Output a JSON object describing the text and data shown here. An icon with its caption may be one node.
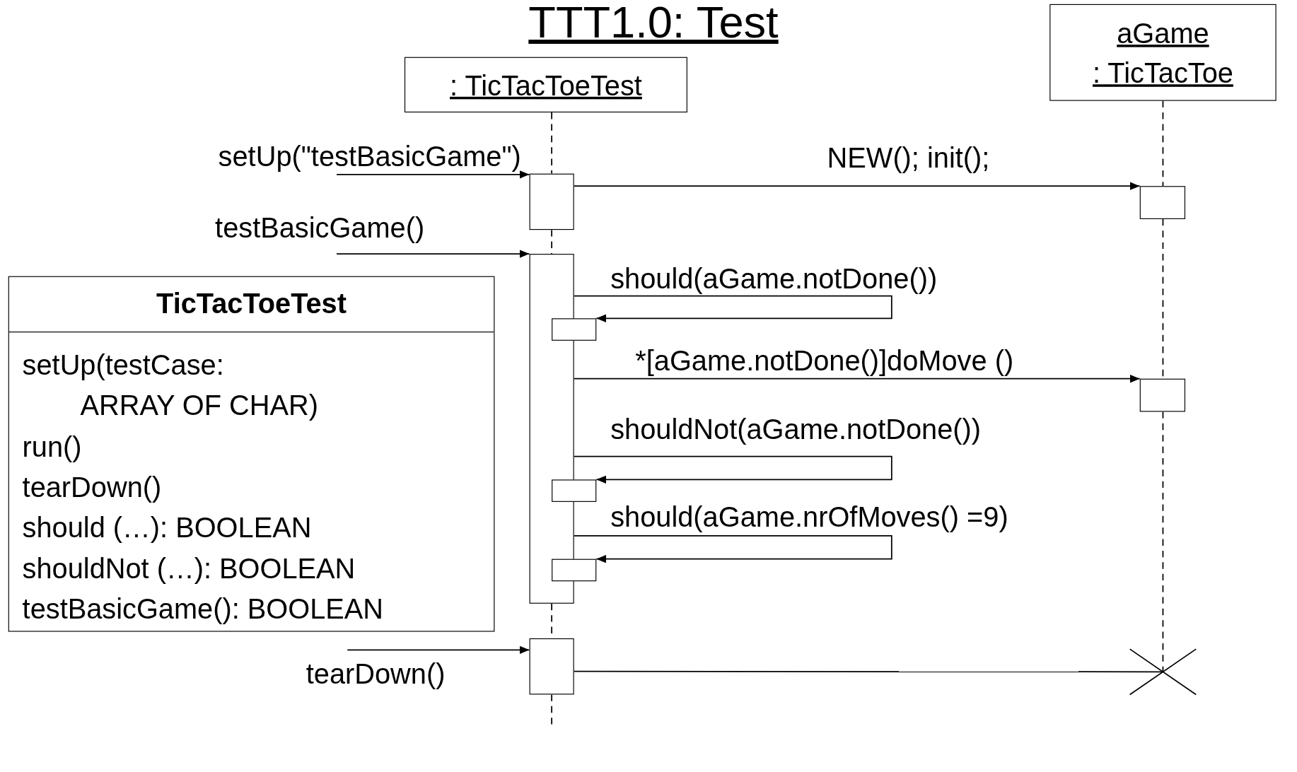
{
  "diagram": {
    "title": "TTT1.0: Test",
    "nodes": [
      {
        "text": [
          ": TicTacToeTest"
        ]
      },
      {
        "text": [
          "aGame : TicTacToe"
        ]
      },
      {
        "text": [],
        "shape": "box"
      },
      {
        "text": [],
        "shape": "box"
      },
      {
        "text": [],
        "shape": "box"
      },
      {
        "text": [],
        "shape": "box"
      },
      {
        "text": [],
        "shape": "box"
      },
      {
        "text": [],
        "shape": "box"
      },
      {
        "text": [],
        "shape": "box"
      },
      {
        "text": [
          "TicTacToeTest",
          "setUp(testCase: ARRAY OF CHAR)",
          "run()",
          "tearDown()",
          "should (…): BOOLEAN",
          "shouldNot (…): BOOLEAN",
          "testBasicGame(): BOOLEAN"
        ]
      },
      {
        "text": [],
        "shape": "box"
      },
      {
        "text": [],
        "shape": "cross"
      }
    ],
    "edges": [
      {
        "from": null,
        "to": 2,
        "arrow": "to",
        "label": "setUp(\"testBasicGame\")"
      },
      {
        "from": 2,
        "to": 3,
        "arrow": "to",
        "label": "NEW(); init();"
      },
      {
        "from": null,
        "to": 4,
        "arrow": "to",
        "label": "testBasicGame()"
      },
      {
        "from": 4,
        "to": 5,
        "arrow": "to",
        "label": "should(aGame.notDone())"
      },
      {
        "from": 4,
        "to": 6,
        "arrow": "to",
        "label": "*[aGame.notDone()]doMove ()"
      },
      {
        "from": 4,
        "to": 7,
        "arrow": "to",
        "label": "shouldNot(aGame.notDone())"
      },
      {
        "from": 4,
        "to": 8,
        "arrow": "to",
        "label": "should(aGame.nrOfMoves() =9)"
      },
      {
        "from": null,
        "to": 10,
        "arrow": "to",
        "label": "tearDown()"
      },
      {
        "from": 10,
        "to": 11,
        "arrow": "none"
      },
      {
        "from": 0,
        "to": 2,
        "arrow": "none",
        "style": "dashed"
      },
      {
        "from": 2,
        "to": 4,
        "arrow": "none",
        "style": "dashed"
      },
      {
        "from": 4,
        "to": 10,
        "arrow": "none",
        "style": "dashed"
      },
      {
        "from": 10,
        "to": null,
        "arrow": "none",
        "style": "dashed"
      },
      {
        "from": 1,
        "to": 3,
        "arrow": "none",
        "style": "dashed"
      },
      {
        "from": 3,
        "to": 6,
        "arrow": "none",
        "style": "dashed"
      },
      {
        "from": 6,
        "to": 11,
        "arrow": "none",
        "style": "dashed"
      }
    ]
  }
}
